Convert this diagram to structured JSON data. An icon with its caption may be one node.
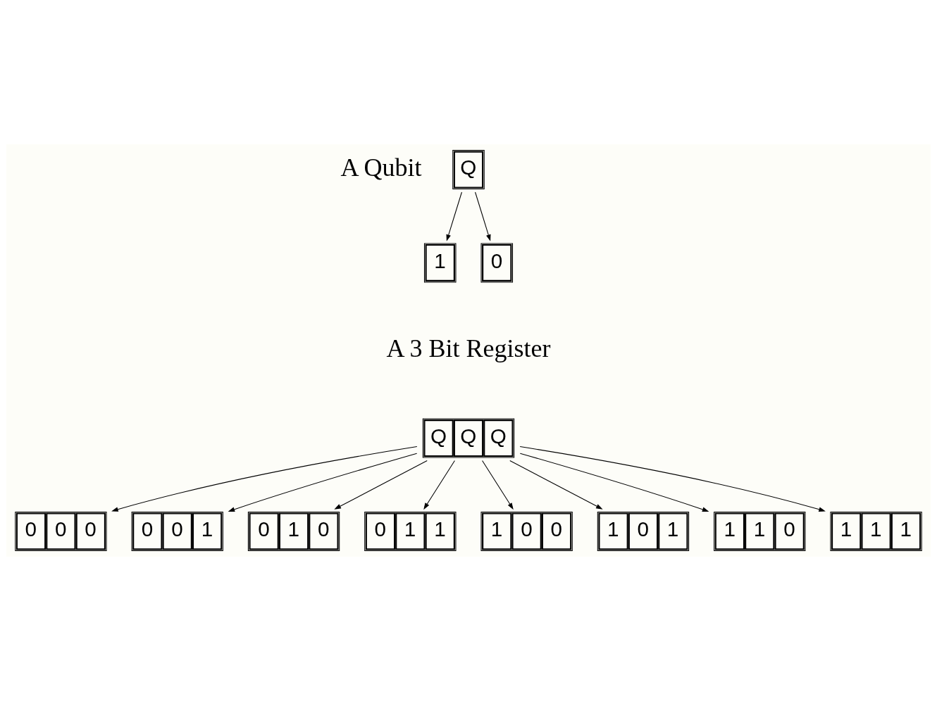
{
  "diagram": {
    "nodes": [
      {
        "text": [
          "Q"
        ]
      },
      {
        "text": [
          "1"
        ]
      },
      {
        "text": [
          "0"
        ]
      },
      {
        "text": [
          "Q",
          "Q",
          "Q"
        ]
      },
      {
        "text": [
          "0",
          "0",
          "0"
        ]
      },
      {
        "text": [
          "0",
          "0",
          "1"
        ]
      },
      {
        "text": [
          "0",
          "1",
          "0"
        ]
      },
      {
        "text": [
          "0",
          "1",
          "1"
        ]
      },
      {
        "text": [
          "1",
          "0",
          "0"
        ]
      },
      {
        "text": [
          "1",
          "0",
          "1"
        ]
      },
      {
        "text": [
          "1",
          "1",
          "0"
        ]
      },
      {
        "text": [
          "1",
          "1",
          "1"
        ]
      }
    ],
    "edges": [
      {
        "from": 0,
        "to": 1,
        "arrow": "to"
      },
      {
        "from": 0,
        "to": 2,
        "arrow": "to"
      },
      {
        "from": 3,
        "to": 4,
        "arrow": "to"
      },
      {
        "from": 3,
        "to": 5,
        "arrow": "to"
      },
      {
        "from": 3,
        "to": 6,
        "arrow": "to"
      },
      {
        "from": 3,
        "to": 7,
        "arrow": "to"
      },
      {
        "from": 3,
        "to": 8,
        "arrow": "to"
      },
      {
        "from": 3,
        "to": 9,
        "arrow": "to"
      },
      {
        "from": 3,
        "to": 10,
        "arrow": "to"
      },
      {
        "from": 3,
        "to": 11,
        "arrow": "to"
      }
    ],
    "labels": [
      "A Qubit",
      "A 3 Bit Register"
    ]
  }
}
